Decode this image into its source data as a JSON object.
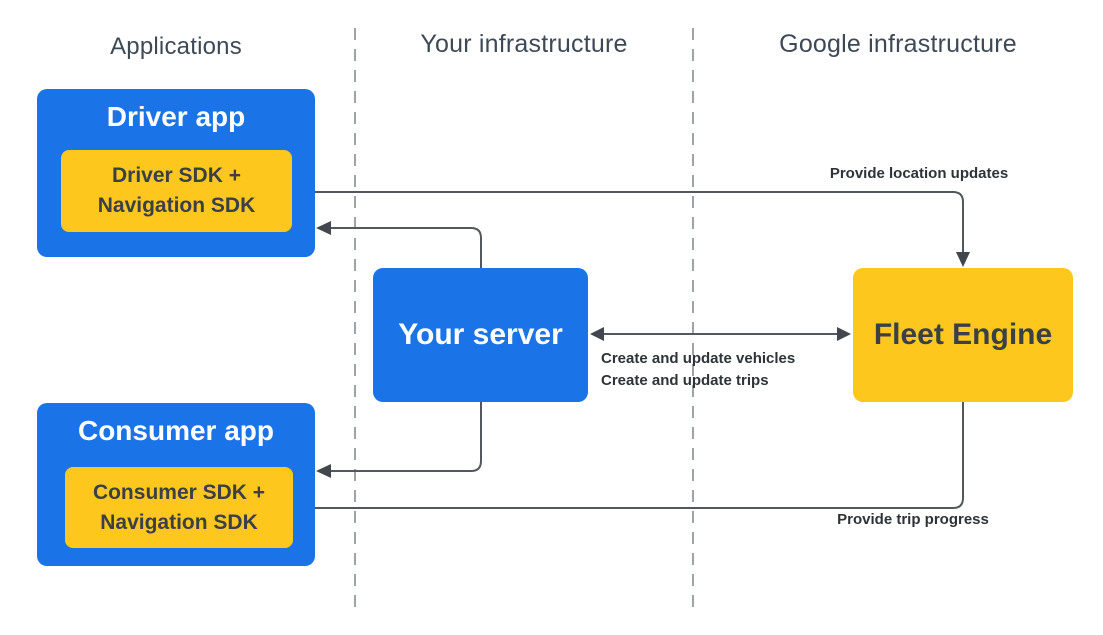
{
  "columns": [
    {
      "label": "Applications"
    },
    {
      "label": "Your infrastructure"
    },
    {
      "label": "Google infrastructure"
    }
  ],
  "nodes": {
    "driver_app": {
      "title": "Driver app",
      "sdk_line1": "Driver SDK +",
      "sdk_line2": "Navigation SDK"
    },
    "your_server": {
      "title": "Your server"
    },
    "fleet_engine": {
      "title": "Fleet Engine"
    },
    "consumer_app": {
      "title": "Consumer app",
      "sdk_line1": "Consumer SDK +",
      "sdk_line2": "Navigation SDK"
    }
  },
  "edges": {
    "location_updates": {
      "label": "Provide location updates",
      "from": "Driver SDK + Navigation SDK",
      "to": "Fleet Engine",
      "direction": "one-way"
    },
    "server_to_driver_app": {
      "label": "",
      "from": "Your server",
      "to": "Driver app",
      "direction": "one-way"
    },
    "server_fleet": {
      "label_line1": "Create and update vehicles",
      "label_line2": "Create and update trips",
      "from": "Your server",
      "to": "Fleet Engine",
      "direction": "two-way"
    },
    "server_to_consumer_app": {
      "label": "",
      "from": "Your server",
      "to": "Consumer app",
      "direction": "one-way"
    },
    "trip_progress": {
      "label": "Provide trip progress",
      "from": "Fleet Engine",
      "to": "Consumer SDK + Navigation SDK",
      "direction": "one-way"
    }
  },
  "colors": {
    "node_blue": "#1B73E8",
    "node_yellow": "#FDC71D",
    "text_on_blue": "#FFFFFF",
    "text_on_yellow": "#3A4046",
    "header_text": "#3E4956",
    "label_text": "#2E3338",
    "connector": "#53585E",
    "divider": "#9EA3A8"
  }
}
